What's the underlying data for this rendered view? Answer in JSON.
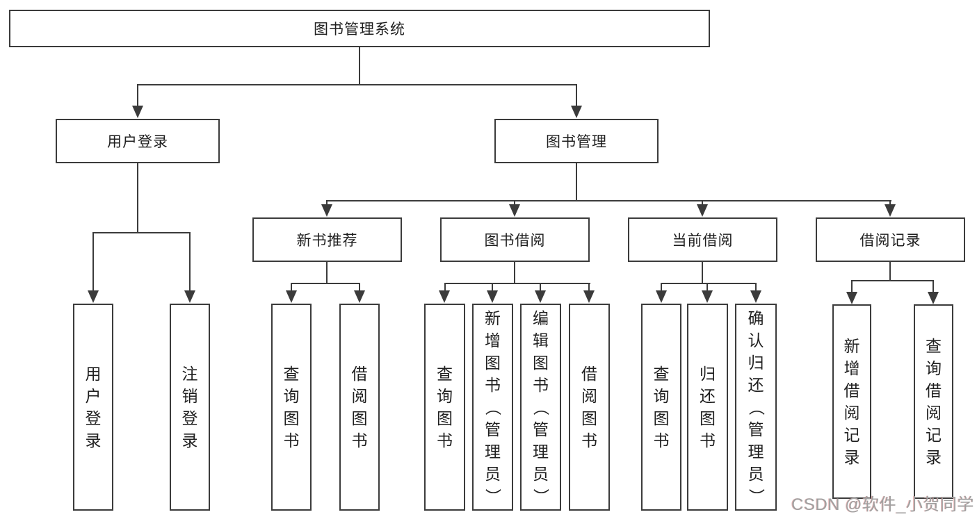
{
  "tree": {
    "label": "图书管理系统",
    "children": [
      {
        "label": "用户登录",
        "children": [
          {
            "label": "用户登录"
          },
          {
            "label": "注销登录"
          }
        ]
      },
      {
        "label": "图书管理",
        "children": [
          {
            "label": "新书推荐",
            "children": [
              {
                "label": "查询图书"
              },
              {
                "label": "借阅图书"
              }
            ]
          },
          {
            "label": "图书借阅",
            "children": [
              {
                "label": "查询图书"
              },
              {
                "label": "新增图书（管理员）"
              },
              {
                "label": "编辑图书（管理员）"
              },
              {
                "label": "借阅图书"
              }
            ]
          },
          {
            "label": "当前借阅",
            "children": [
              {
                "label": "查询图书"
              },
              {
                "label": "归还图书"
              },
              {
                "label": "确认归还（管理员）"
              }
            ]
          },
          {
            "label": "借阅记录",
            "children": [
              {
                "label": "新增借阅记录"
              },
              {
                "label": "查询借阅记录"
              }
            ]
          }
        ]
      }
    ]
  },
  "watermark": {
    "text": "CSDN @软件_小贺同学"
  },
  "colors": {
    "line": "#3b3b3b",
    "text": "#1f1f1f",
    "background": "#ffffff",
    "watermark": "#a0a0a0"
  }
}
